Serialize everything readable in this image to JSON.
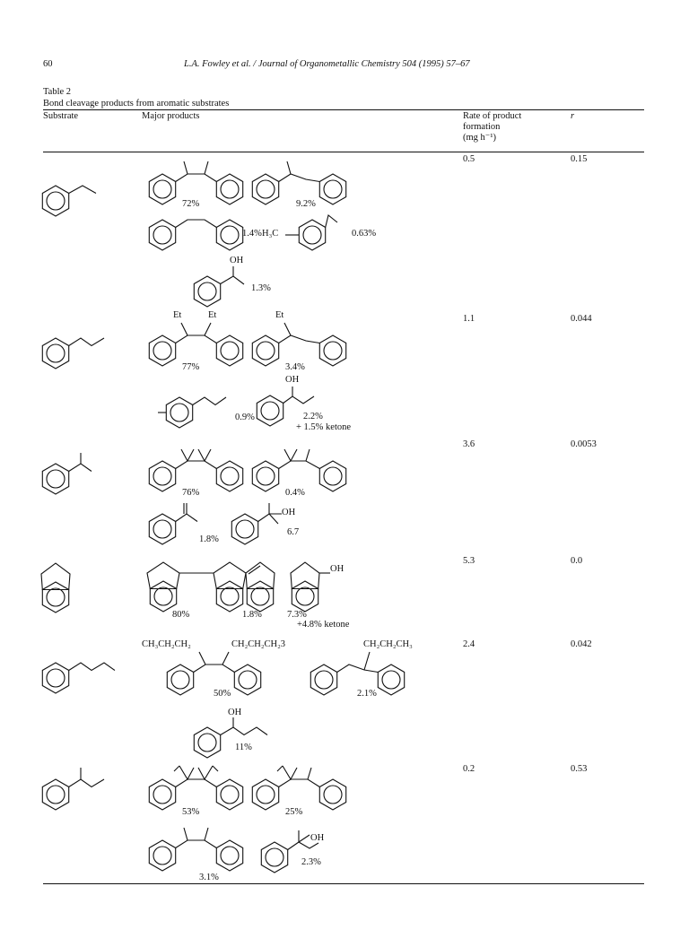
{
  "header": {
    "page_number": "60",
    "citation": "L.A. Fowley et al. / Journal of Organometallic Chemistry 504 (1995) 57–67"
  },
  "table": {
    "number": "Table 2",
    "caption": "Bond cleavage products from aromatic substrates",
    "columns": {
      "substrate": "Substrate",
      "major_products": "Major products",
      "rate_l1": "Rate of product",
      "rate_l2": "formation",
      "rate_l3": "(mg h⁻¹)",
      "r": "r"
    },
    "rows": [
      {
        "rate": "0.5",
        "r": "0.15",
        "labels": {
          "a": "72%",
          "b": "9.2%",
          "c": "1.4%",
          "d": "H₃C",
          "e": "0.63%",
          "f": "OH",
          "g": "1.3%"
        }
      },
      {
        "rate": "1.1",
        "r": "0.044",
        "labels": {
          "et1": "Et",
          "et2": "Et",
          "et3": "Et",
          "a": "77%",
          "b": "3.4%",
          "c": "0.9%",
          "oh": "OH",
          "d": "2.2%",
          "e": "+ 1.5% ketone"
        }
      },
      {
        "rate": "3.6",
        "r": "0.0053",
        "labels": {
          "a": "76%",
          "b": "0.4%",
          "c": "1.8%",
          "oh": "OH",
          "d": "6.7"
        }
      },
      {
        "rate": "5.3",
        "r": "0.0",
        "labels": {
          "oh": "OH",
          "a": "80%",
          "b": "1.8%",
          "c": "7.3%",
          "d": "+4.8% ketone"
        }
      },
      {
        "rate": "2.4",
        "r": "0.042",
        "labels": {
          "p1": "CH₃CH₂CH₂",
          "p2": "CH₂CH₂CH₂3",
          "p3": "CH₂CH₂CH₃",
          "a": "50%",
          "b": "2.1%",
          "oh": "OH",
          "c": "11%"
        }
      },
      {
        "rate": "0.2",
        "r": "0.53",
        "labels": {
          "a": "53%",
          "b": "25%",
          "oh": "OH",
          "c": "3.1%",
          "d": "2.3%"
        }
      }
    ]
  }
}
